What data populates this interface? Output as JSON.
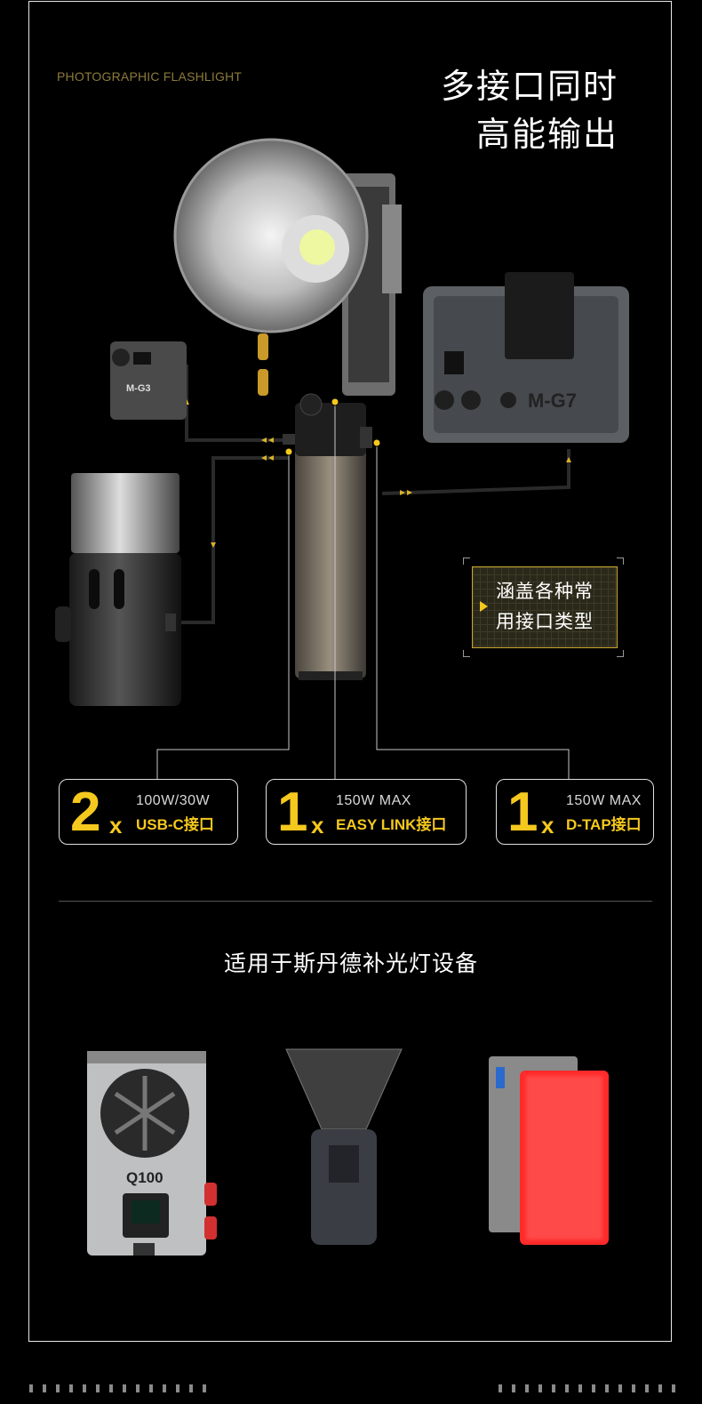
{
  "header": {
    "tagline": "PHOTOGRAPHIC FLASHLIGHT",
    "headline_line1": "多接口同时",
    "headline_line2": "高能输出"
  },
  "callout": {
    "line1": "涵盖各种常",
    "line2": "用接口类型"
  },
  "ports": [
    {
      "count": "2",
      "multiplier": "x",
      "spec": "100W/30W",
      "name": "USB-C接口"
    },
    {
      "count": "1",
      "multiplier": "x",
      "spec": "150W MAX",
      "name": "EASY LINK接口"
    },
    {
      "count": "1",
      "multiplier": "x",
      "spec": "150W MAX",
      "name": "D-TAP接口"
    }
  ],
  "devices": {
    "small_light_label": "M-G3",
    "panel_light_label": "M-G7",
    "cob_light_label": "Q100"
  },
  "compatibility": {
    "title": "适用于斯丹德补光灯设备"
  },
  "colors": {
    "accent": "#f5c81e",
    "tagline": "#8c7a3a",
    "background": "#000000",
    "led_red": "#ff2a2a"
  }
}
